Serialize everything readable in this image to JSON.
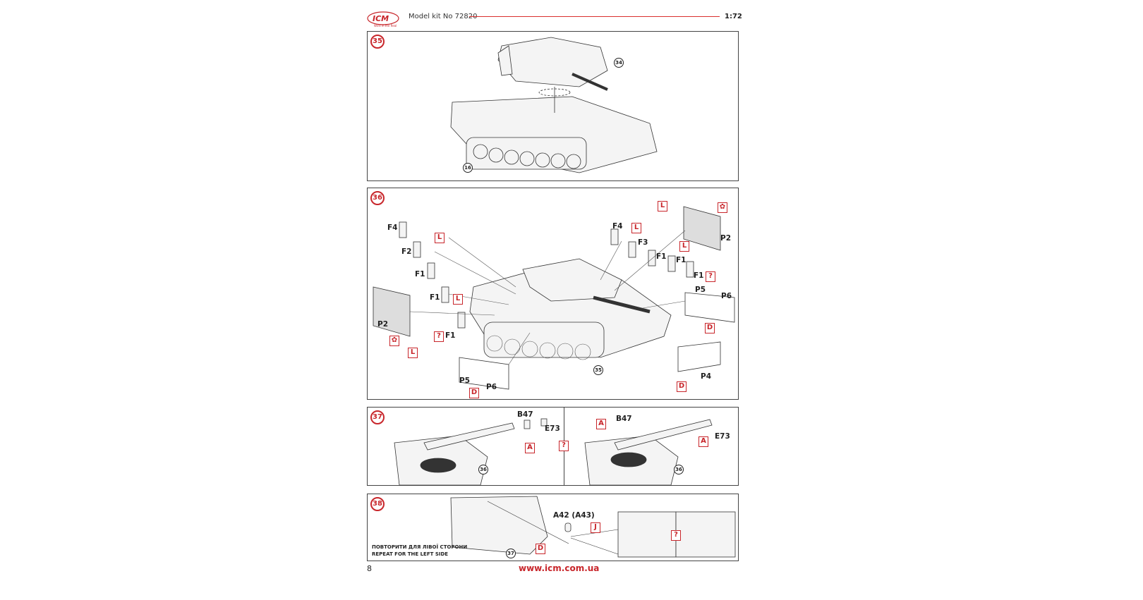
{
  "header": {
    "logo": "ICM",
    "logo_tagline": "Wins in the Real",
    "title": "Model kit No 72820",
    "scale": "1:72"
  },
  "steps": {
    "s35": {
      "number": "35",
      "refs": [
        "34",
        "16"
      ]
    },
    "s36": {
      "number": "36",
      "labels": [
        "F4",
        "F2",
        "F1",
        "F1",
        "F1",
        "P2",
        "P5",
        "P6",
        "F4",
        "F3",
        "F1",
        "F1",
        "F1",
        "P2",
        "P5",
        "P6",
        "P4"
      ],
      "tags": [
        "L",
        "L",
        "L",
        "?",
        "D",
        "L",
        "L",
        "L",
        "?",
        "D",
        "D"
      ],
      "ref": "35"
    },
    "s37": {
      "number": "37",
      "left": {
        "labels": [
          "B47",
          "E73"
        ],
        "tags": [
          "A"
        ],
        "ref": "36"
      },
      "divider_tag": "?",
      "right": {
        "labels": [
          "B47",
          "E73"
        ],
        "tags": [
          "A",
          "A"
        ],
        "ref": "36"
      }
    },
    "s38": {
      "number": "38",
      "part": "A42 (A43)",
      "tags": [
        "J",
        "D",
        "?"
      ],
      "ref": "37",
      "repeat_ua": "ПОВТОРИТИ ДЛЯ ЛІВОЇ СТОРОНИ",
      "repeat_en": "REPEAT FOR THE LEFT SIDE"
    }
  },
  "footer": {
    "page": "8",
    "url": "www.icm.com.ua"
  },
  "colors": {
    "accent": "#c8262b"
  }
}
